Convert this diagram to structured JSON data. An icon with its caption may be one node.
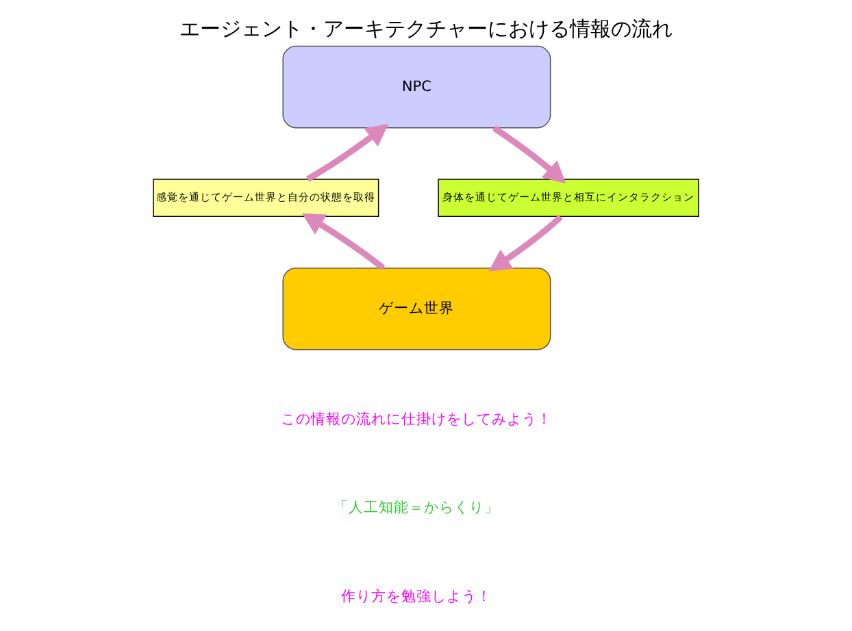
{
  "diagram": {
    "title": "エージェント・アーキテクチャーにおける情報の流れ",
    "nodes": [
      {
        "text": [
          "NPC"
        ]
      },
      {
        "text": [
          "感覚を通じてゲーム世界と自分の状態を取得"
        ]
      },
      {
        "text": [
          "身体を通じてゲーム世界と相互にインタラクション"
        ]
      },
      {
        "text": [
          "ゲーム世界"
        ]
      }
    ],
    "edges": [
      {
        "from": 3,
        "to": 1,
        "arrow": "to"
      },
      {
        "from": 1,
        "to": 0,
        "arrow": "to"
      },
      {
        "from": 0,
        "to": 2,
        "arrow": "to"
      },
      {
        "from": 2,
        "to": 3,
        "arrow": "to"
      }
    ],
    "labels": [
      "この情報の流れに仕掛けをしてみよう！",
      "「人工知能＝からくり」",
      "作り方を勉強しよう！"
    ]
  }
}
